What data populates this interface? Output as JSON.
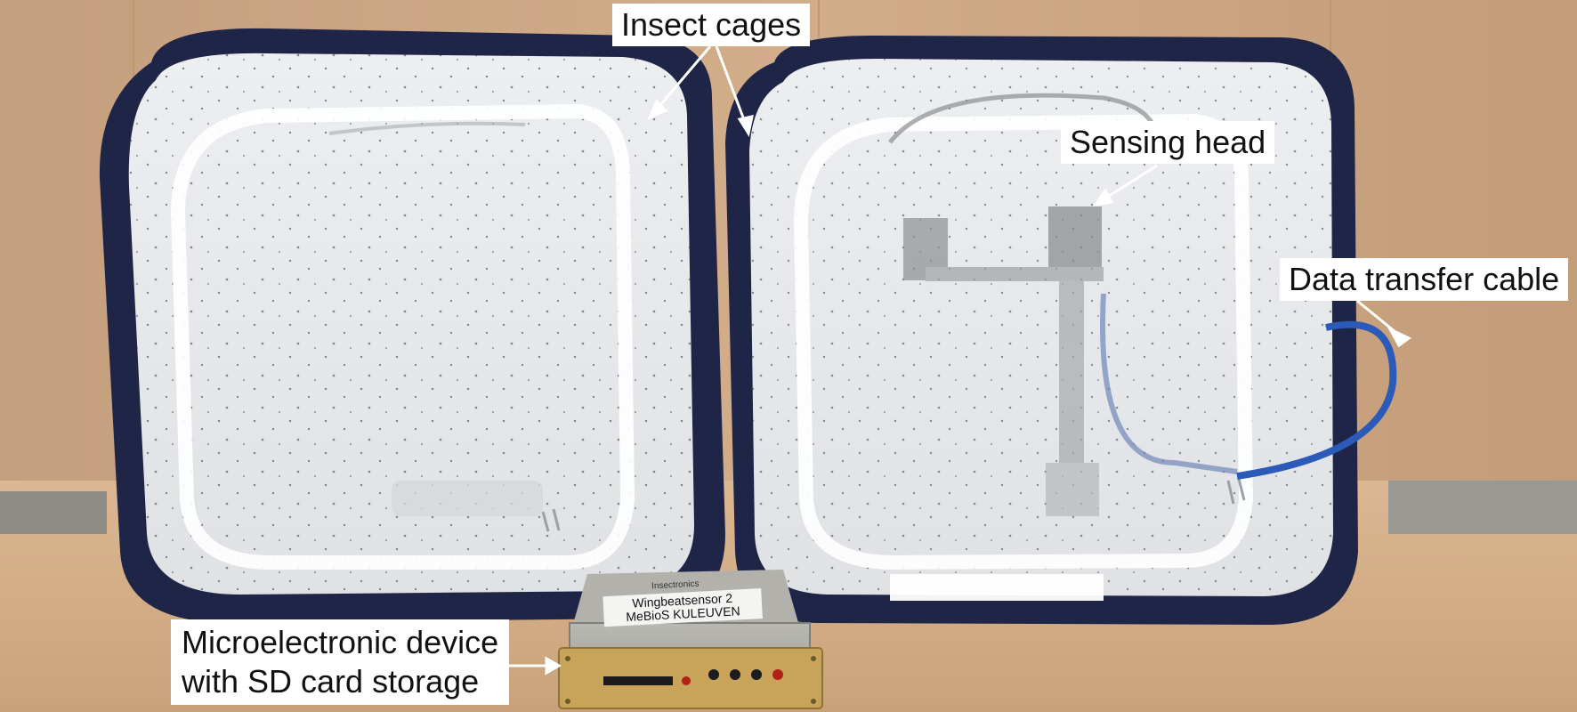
{
  "photo": {
    "subject": "insect cages with wingbeat sensor",
    "device_label_line1": "Wingbeatsensor 2",
    "device_label_line2": "MeBioS KULEUVEN",
    "device_brand": "Insectronics"
  },
  "annotations": {
    "insect_cages": "Insect cages",
    "sensing_head": "Sensing head",
    "data_transfer_cable": "Data transfer cable",
    "microelectronic_device_line1": "Microelectronic device",
    "microelectronic_device_line2": "with SD card storage"
  },
  "colors": {
    "wall": "#c9a583",
    "table": "#d8b48e",
    "cage_frame": "#1f2547",
    "mesh": "#e9ebee",
    "cable": "#2c5ab8",
    "device_body": "#c8a35a"
  }
}
